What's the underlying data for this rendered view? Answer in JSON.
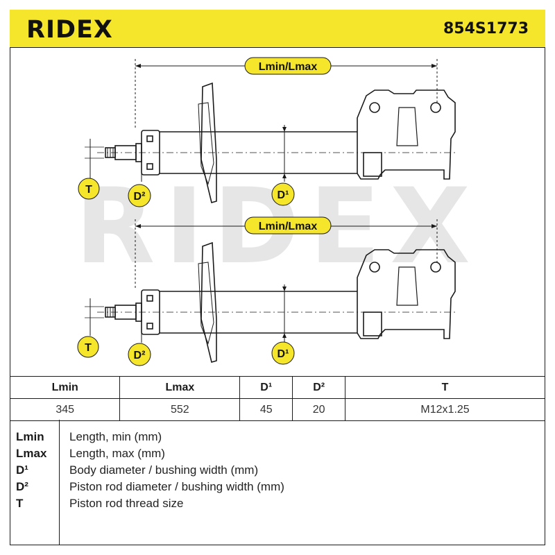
{
  "header": {
    "brand": "RIDEX",
    "part_number": "854S1773"
  },
  "diagram": {
    "length_label": "Lmin/Lmax",
    "labels": {
      "t": "T",
      "d2": "D²",
      "d1": "D¹"
    },
    "watermark": "RIDEX",
    "colors": {
      "accent": "#f5e62c",
      "line": "#1a1a1a",
      "watermark": "#e6e6e6"
    }
  },
  "spec_table": {
    "headers": [
      "Lmin",
      "Lmax",
      "D¹",
      "D²",
      "T"
    ],
    "values": [
      "345",
      "552",
      "45",
      "20",
      "M12x1.25"
    ]
  },
  "legend": [
    {
      "key": "Lmin",
      "desc": "Length, min (mm)"
    },
    {
      "key": "Lmax",
      "desc": "Length, max (mm)"
    },
    {
      "key": "D¹",
      "desc": "Body diameter / bushing width (mm)"
    },
    {
      "key": "D²",
      "desc": "Piston rod diameter / bushing width (mm)"
    },
    {
      "key": "T",
      "desc": "Piston rod thread size"
    }
  ]
}
